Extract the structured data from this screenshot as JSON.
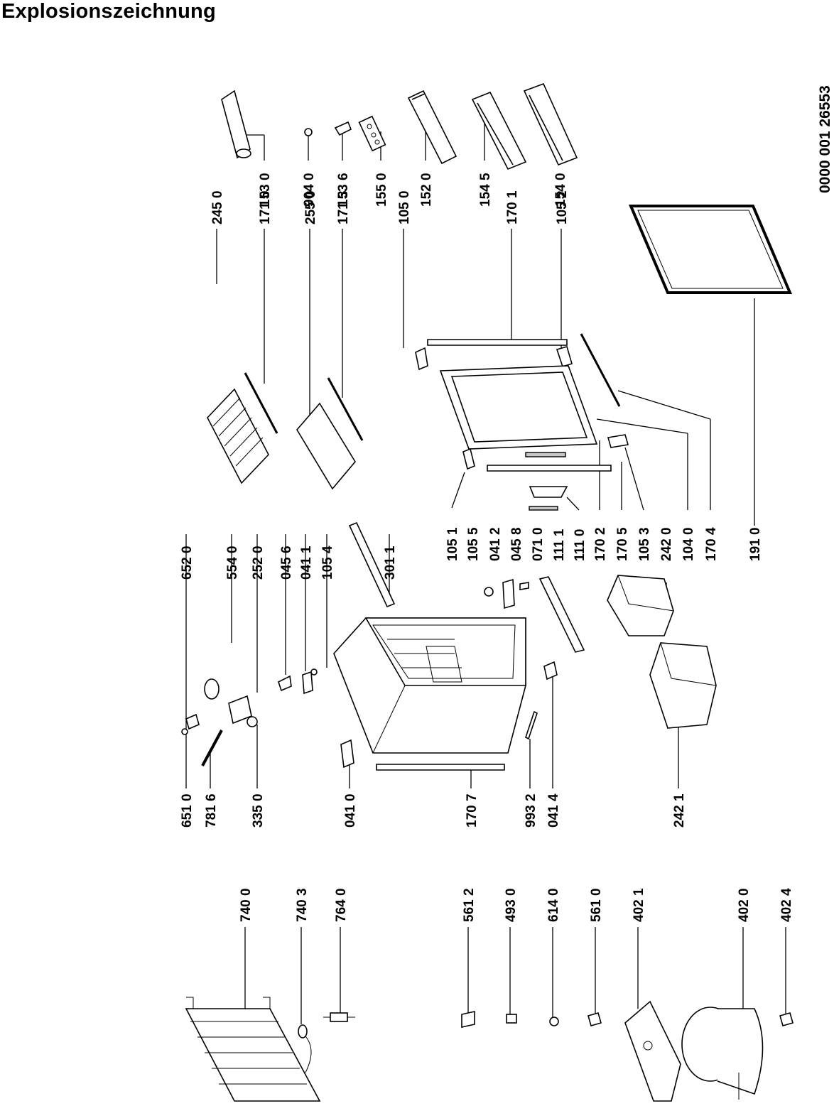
{
  "title": "Explosionszeichnung",
  "document_number": "0000 001 26553",
  "labels": {
    "p1530": "153 0",
    "p9040": "904 0",
    "p1536": "153 6",
    "p1550": "155 0",
    "p1520": "152 0",
    "p1545": "154 5",
    "p1540": "154 0",
    "p2450": "245 0",
    "p1710": "171 0",
    "p2550": "255 0",
    "p1713": "171 3",
    "p1050": "105 0",
    "p1701": "170 1",
    "p1052": "105 2",
    "p6520": "652 0",
    "p5540": "554 0",
    "p2520": "252 0",
    "p0456": "045 6",
    "p0411": "041 1",
    "p1054": "105 4",
    "p3011": "301 1",
    "p1051": "105 1",
    "p1055": "105 5",
    "p0412": "041 2",
    "p0458": "045 8",
    "p0710": "071 0",
    "p1111": "111 1",
    "p1110": "111 0",
    "p1702": "170 2",
    "p1705": "170 5",
    "p1053": "105 3",
    "p2420": "242 0",
    "p1040": "104 0",
    "p1704": "170 4",
    "p1910": "191 0",
    "p6510": "651 0",
    "p7816": "781 6",
    "p3350": "335 0",
    "p0410": "041 0",
    "p1707": "170 7",
    "p9932": "993 2",
    "p0414": "041 4",
    "p2421": "242 1",
    "p7400": "740 0",
    "p7403": "740 3",
    "p7640": "764 0",
    "p5612": "561 2",
    "p4930": "493 0",
    "p6140": "614 0",
    "p5610": "561 0",
    "p4021": "402 1",
    "p4020": "402 0",
    "p4024": "402 4"
  }
}
